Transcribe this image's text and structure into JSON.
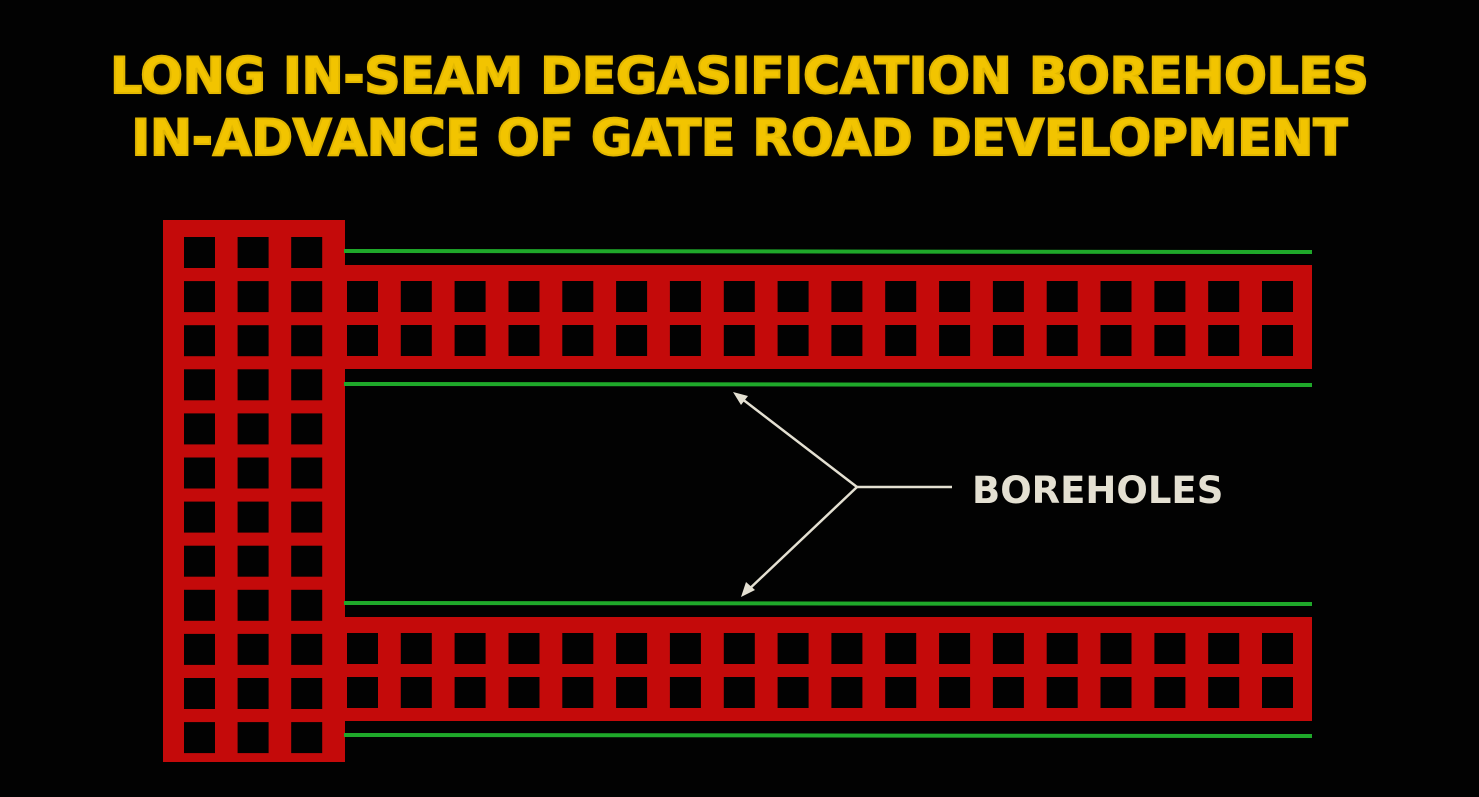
{
  "title": {
    "line1": "LONG IN-SEAM DEGASIFICATION BOREHOLES",
    "line2": "IN-ADVANCE OF GATE ROAD DEVELOPMENT"
  },
  "callout": {
    "label": "BOREHOLES"
  },
  "colors": {
    "background": "#020202",
    "title": "#f2c400",
    "pillar_grid": "#c40a0a",
    "borehole": "#1fa82a",
    "callout": "#e4e0d2"
  }
}
